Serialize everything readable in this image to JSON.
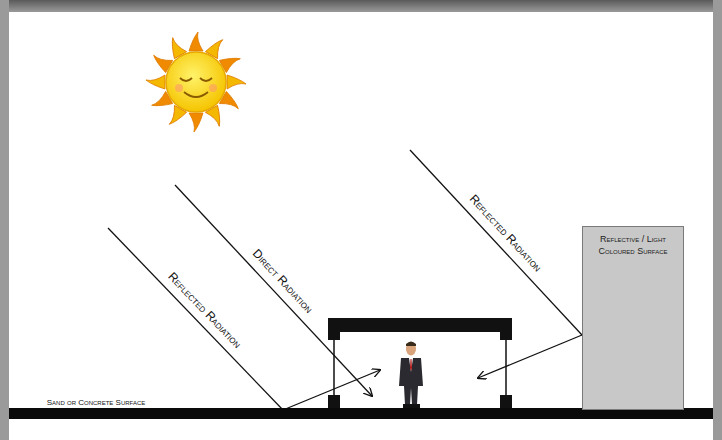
{
  "diagram": {
    "nodes": [
      {
        "text": [
          "Reflective / Light Coloured Surface"
        ]
      }
    ],
    "labels": [
      "Reflected Radiation",
      "Direct Radiation",
      "Reflected Radiation",
      "Sand or Concrete Surface"
    ]
  }
}
